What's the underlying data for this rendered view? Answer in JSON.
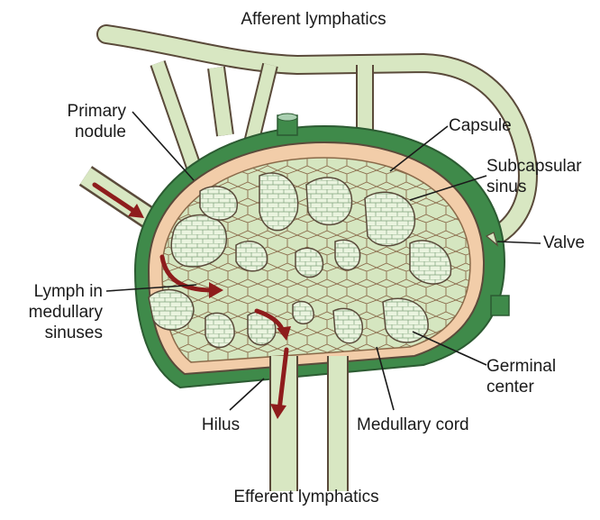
{
  "figure": {
    "labels": {
      "afferent": "Afferent lymphatics",
      "primary_nodule": [
        "Primary",
        "nodule"
      ],
      "capsule": "Capsule",
      "subcapsular_sinus": [
        "Subcapsular",
        "sinus"
      ],
      "valve": "Valve",
      "lymph_medullary": [
        "Lymph in",
        "medullary",
        "sinuses"
      ],
      "germinal_center": [
        "Germinal",
        "center"
      ],
      "hilus": "Hilus",
      "medullary_cord": "Medullary cord",
      "efferent": "Efferent lymphatics"
    },
    "colors": {
      "capsule": "#3f8a4a",
      "capsule_light": "#a9cfb0",
      "vessel": "#d8e7c2",
      "tissue": "#f2cda9",
      "outline": "#5a4a3a",
      "nodule": "#e9f3de",
      "flow_arrow": "#8e1c1c"
    }
  }
}
